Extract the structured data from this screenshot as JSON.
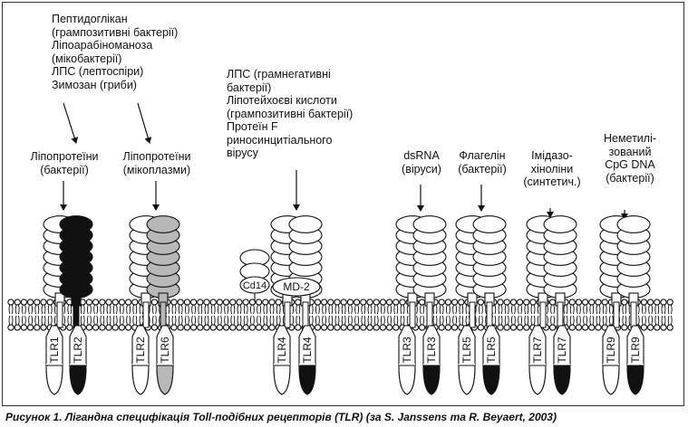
{
  "top_ligands": {
    "lines": [
      "Пептидоглікан",
      "(грампозитивні бактерії)",
      "Ліпоарабіноманоза",
      "(мікобактерії)",
      "ЛПС (лептоспіри)",
      "Зимозан (гриби)"
    ]
  },
  "tlr4_ligands": {
    "lines": [
      "ЛПС (грамнегативні",
      "бактерії)",
      "Ліпотейхоєві кислоти",
      "(грампозитивні бактерії)",
      "Протеїн F",
      "риносинцитіального",
      "вірусу"
    ]
  },
  "receptors": [
    {
      "id": "tlr1-tlr2",
      "ligand": [
        "Ліпопротеїни",
        "(бактерії)"
      ],
      "chains": [
        "TLR1",
        "TLR2"
      ],
      "fills": [
        "#ffffff",
        "#111111"
      ]
    },
    {
      "id": "tlr2-tlr6",
      "ligand": [
        "Ліпопротеїни",
        "(мікоплазми)"
      ],
      "chains": [
        "TLR2",
        "TLR6"
      ],
      "fills": [
        "#ffffff",
        "#b8b8b8"
      ]
    },
    {
      "id": "tlr4-tlr4",
      "ligand": [],
      "chains": [
        "TLR4",
        "TLR4"
      ],
      "fills": [
        "#ffffff",
        "#ffffff"
      ]
    },
    {
      "id": "tlr3-tlr3",
      "ligand": [
        "dsRNA",
        "(віруси)"
      ],
      "chains": [
        "TLR3",
        "TLR3"
      ],
      "fills": [
        "#ffffff",
        "#ffffff"
      ]
    },
    {
      "id": "tlr5-tlr5",
      "ligand": [
        "Флагелін",
        "(бактерії)"
      ],
      "chains": [
        "TLR5",
        "TLR5"
      ],
      "fills": [
        "#ffffff",
        "#ffffff"
      ]
    },
    {
      "id": "tlr7-tlr7",
      "ligand": [
        "Імідазо-",
        "хіноліни",
        "(синтетич.)"
      ],
      "chains": [
        "TLR7",
        "TLR7"
      ],
      "fills": [
        "#ffffff",
        "#ffffff"
      ]
    },
    {
      "id": "tlr9-tlr9",
      "ligand": [
        "Неметилі-",
        "зований",
        "CpG DNA",
        "(бактерії)"
      ],
      "chains": [
        "TLR9",
        "TLR9"
      ],
      "fills": [
        "#ffffff",
        "#ffffff"
      ]
    }
  ],
  "coreceptors": {
    "cd14": "Cd14",
    "md2": "MD-2"
  },
  "caption": "Рисунок 1. Лігандна специфікація Toll-подібних рецепторів (TLR) (за S. Janssens та R. Beyaert, 2003)"
}
